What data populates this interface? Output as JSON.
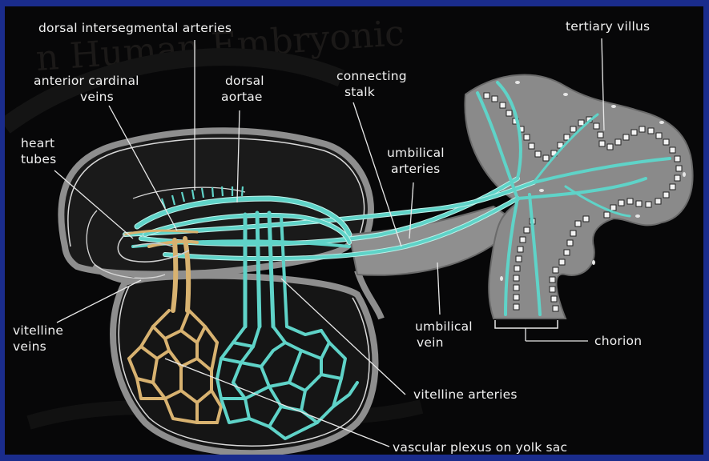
{
  "labels": {
    "dorsal_intersegmental_arteries": "dorsal intersegmental arteries",
    "anterior_cardinal_veins_1": "anterior cardinal",
    "anterior_cardinal_veins_2": "veins",
    "dorsal_aortae_1": "dorsal",
    "dorsal_aortae_2": "aortae",
    "connecting_stalk_1": "connecting",
    "connecting_stalk_2": "stalk",
    "heart_tubes_1": "heart",
    "heart_tubes_2": "tubes",
    "umbilical_arteries_1": "umbilical",
    "umbilical_arteries_2": "arteries",
    "tertiary_villus": "tertiary villus",
    "vitelline_veins_1": "vitelline",
    "vitelline_veins_2": "veins",
    "umbilical_vein_1": "umbilical",
    "umbilical_vein_2": "vein",
    "chorion": "chorion",
    "vitelline_arteries": "vitelline arteries",
    "vascular_plexus": "vascular plexus on yolk sac"
  },
  "colors": {
    "frame_border": "#1a2c8c",
    "background": "#070708",
    "artery_cyan": "#5fd3c8",
    "vein_tan": "#d8b270",
    "chorion_gray": "#9a9a9a",
    "label_white": "#f2f2f2"
  }
}
